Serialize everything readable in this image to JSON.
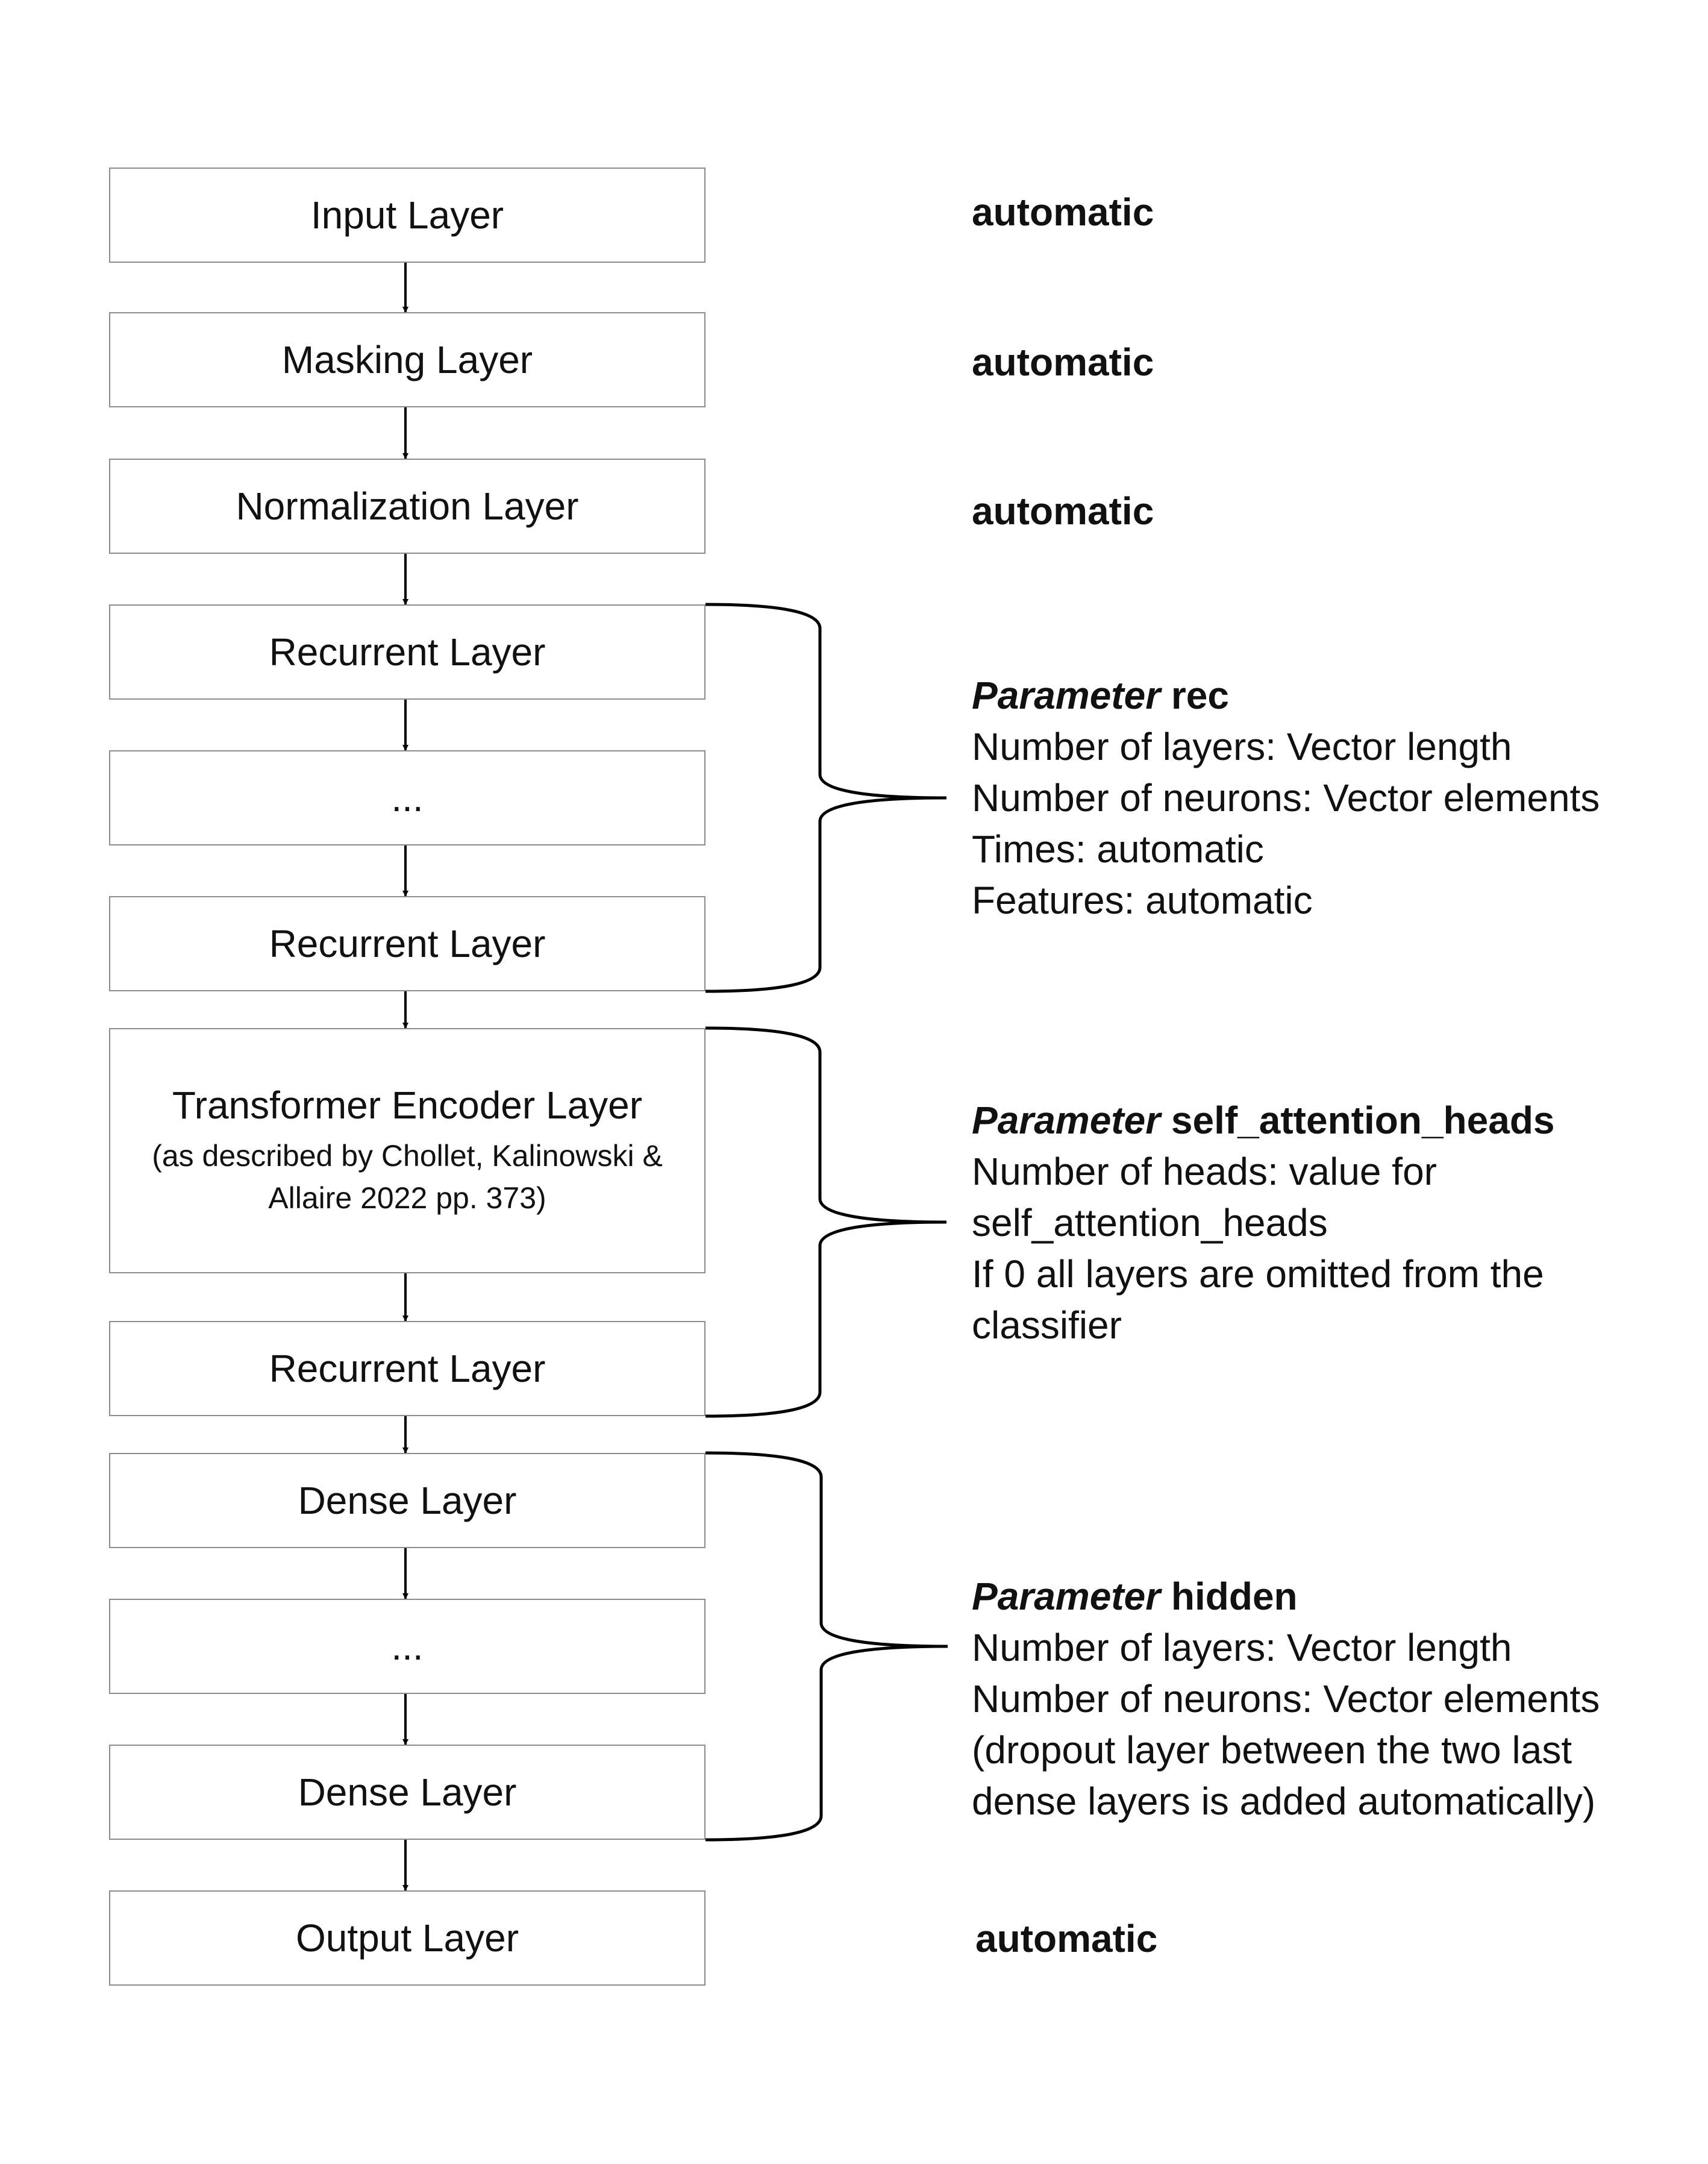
{
  "layers": [
    {
      "label": "Input Layer"
    },
    {
      "label": "Masking Layer"
    },
    {
      "label": "Normalization Layer"
    },
    {
      "label": "Recurrent Layer"
    },
    {
      "label": "..."
    },
    {
      "label": "Recurrent Layer"
    },
    {
      "label": "Transformer Encoder Layer",
      "sub1": "(as described by Chollet, Kalinowski &",
      "sub2": "Allaire 2022 pp. 373)"
    },
    {
      "label": "Recurrent Layer"
    },
    {
      "label": "Dense Layer"
    },
    {
      "label": "..."
    },
    {
      "label": "Dense Layer"
    },
    {
      "label": "Output Layer"
    }
  ],
  "automatic_notes": [
    "automatic",
    "automatic",
    "automatic",
    "automatic"
  ],
  "param_groups": [
    {
      "keyword": "Parameter",
      "name": "rec",
      "lines": [
        "Number of layers: Vector length",
        "Number of neurons:  Vector elements",
        "Times: automatic",
        "Features: automatic"
      ]
    },
    {
      "keyword": "Parameter",
      "name": "self_attention_heads",
      "lines": [
        "Number of heads: value for",
        "self_attention_heads",
        "If 0 all layers are omitted from the",
        "classifier"
      ]
    },
    {
      "keyword": "Parameter",
      "name": "hidden",
      "lines": [
        "Number of layers: Vector length",
        "Number of neurons:  Vector elements",
        "(dropout layer between the two last",
        "dense layers is added automatically)"
      ]
    }
  ]
}
